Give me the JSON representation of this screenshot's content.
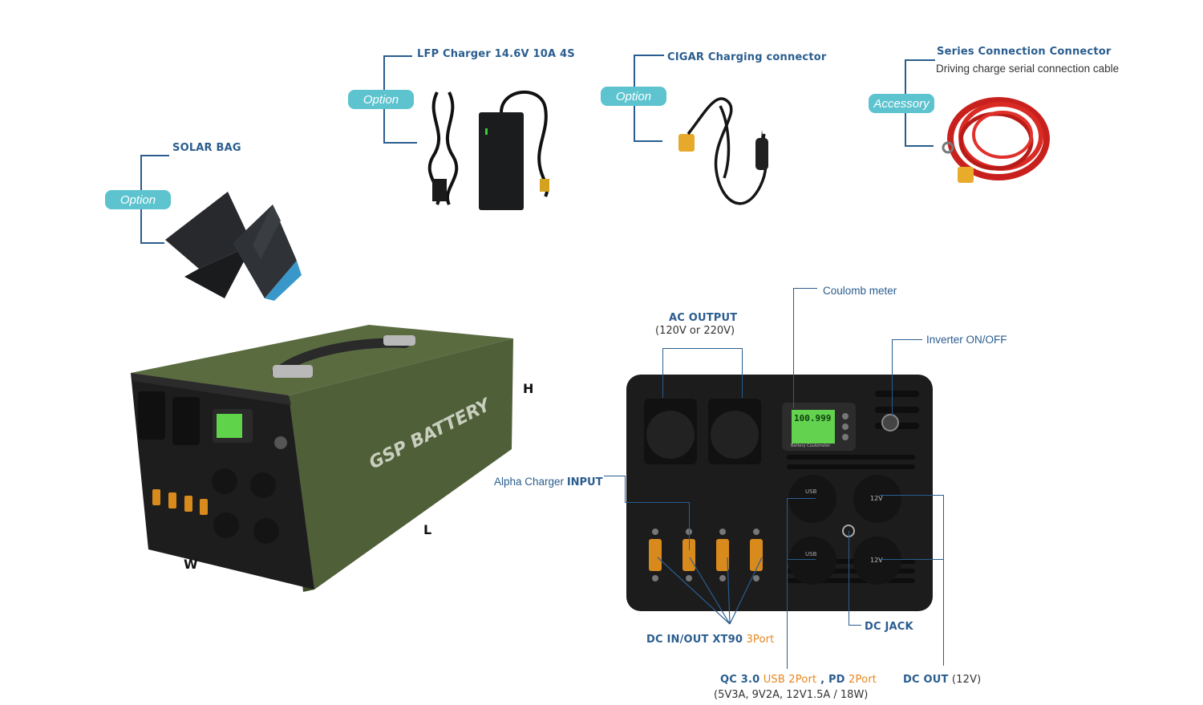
{
  "accessories": {
    "solar_bag": {
      "badge": "Option",
      "title": "SOLAR BAG"
    },
    "lfp_charger": {
      "badge": "Option",
      "title": "LFP Charger 14.6V 10A 4S"
    },
    "cigar_connector": {
      "badge": "Option",
      "title": "CIGAR Charging connector"
    },
    "series_connector": {
      "badge": "Accessory",
      "title": "Series Connection Connector",
      "subtitle": "Driving charge serial connection cable"
    }
  },
  "product": {
    "brand_text": "GSP BATTERY",
    "dimensions": {
      "h": "H",
      "l": "L",
      "w": "W"
    }
  },
  "panel": {
    "coulomb_meter": "Coulomb meter",
    "ac_output": {
      "title": "AC OUTPUT",
      "sub": "(120V or 220V)"
    },
    "inverter": "Inverter ON/OFF",
    "alpha_input": {
      "prefix": "Alpha Charger ",
      "bold": "INPUT"
    },
    "dc_inout": {
      "bold": "DC IN/OUT XT90",
      "orange": " 3Port"
    },
    "qc": {
      "bold1": "QC 3.0",
      "orange1": " USB 2Port",
      "sep": " , ",
      "bold2": "PD",
      "orange2": " 2Port",
      "sub": "(5V3A, 9V2A, 12V1.5A / 18W)"
    },
    "dc_jack": "DC JACK",
    "dc_out": {
      "bold": "DC OUT",
      "rest": " (12V)"
    },
    "socket_label": "12V",
    "usb_label": "USB",
    "meter_reading": "100.999",
    "meter_footer": "Battery Coulometer"
  },
  "colors": {
    "accent": "#2a5d8f",
    "badge": "#5cc3cf",
    "orange": "#e8861f",
    "case_green": "#4f5f38"
  }
}
